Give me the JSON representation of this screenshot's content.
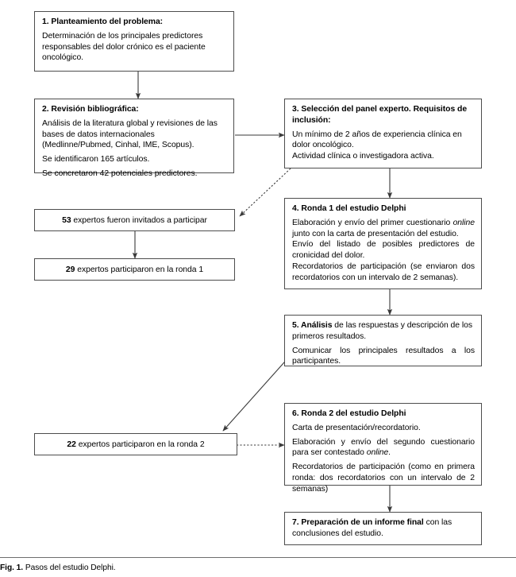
{
  "figure": {
    "caption_label": "Fig. 1.",
    "caption_text": "Pasos del estudio Delphi."
  },
  "colors": {
    "box_border": "#4d4d4d",
    "arrow": "#3a3a3a",
    "background": "#ffffff",
    "text": "#000000"
  },
  "nodes": {
    "step1": {
      "heading": "1. Planteamiento del problema:",
      "body": "Determinación de los principales predictores responsables del dolor crónico es el paciente oncológico."
    },
    "step2": {
      "heading": "2. Revisión bibliográfica:",
      "line1": "Análisis de la literatura global y revisiones de las bases de datos internacionales (Medlinne/Pubmed, Cinhal, IME, Scopus).",
      "line2": "Se identificaron 165 artículos.",
      "line3": "Se concretaron 42 potenciales predictores."
    },
    "step3": {
      "heading": "3. Selección del panel experto. Requisitos de inclusión:",
      "line1": "Un mínimo de 2 años de experiencia clínica en dolor oncológico.",
      "line2": "Actividad clínica o investigadora activa."
    },
    "step4": {
      "heading": "4. Ronda 1 del estudio Delphi",
      "line1_pre": "Elaboración y envío del primer cuestionario ",
      "line1_em": "online",
      "line1_post": " junto con la carta de presentación del estudio.",
      "line2": "Envío del listado de posibles predictores de cronicidad del dolor.",
      "line3": "Recordatorios de participación (se enviaron dos recordatorios con un intervalo de 2 semanas)."
    },
    "step5": {
      "heading_num": "5. Análisis",
      "heading_rest": " de las respuestas y descripción de los primeros resultados.",
      "line1": "Comunicar los principales resultados a los participantes."
    },
    "step6": {
      "heading": "6. Ronda 2 del estudio Delphi",
      "line1": "Carta de presentación/recordatorio.",
      "line2_pre": "Elaboración y envío del segundo cuestionario para ser contestado ",
      "line2_em": "online",
      "line2_post": ".",
      "line3": "Recordatorios de participación (como en primera ronda: dos recordatorios con un intervalo de 2 semanas)"
    },
    "step7": {
      "heading_num": "7. Preparación de un informe final",
      "heading_rest": " con las conclusiones del estudio."
    },
    "invited": {
      "count": "53",
      "text": " expertos fueron invitados a participar"
    },
    "round1": {
      "count": "29",
      "text": " expertos participaron en la ronda 1"
    },
    "round2": {
      "count": "22",
      "text": " expertos participaron en la ronda 2"
    }
  },
  "edges": [
    {
      "name": "step1-to-step2",
      "style": "solid"
    },
    {
      "name": "step2-to-step3",
      "style": "solid"
    },
    {
      "name": "step3-to-invited",
      "style": "dotted"
    },
    {
      "name": "step3-to-step4",
      "style": "solid"
    },
    {
      "name": "invited-to-round1",
      "style": "solid"
    },
    {
      "name": "step4-to-step5",
      "style": "solid"
    },
    {
      "name": "step5-to-round2",
      "style": "solid"
    },
    {
      "name": "round2-to-step6",
      "style": "dotted"
    },
    {
      "name": "step6-to-step7",
      "style": "solid"
    }
  ]
}
